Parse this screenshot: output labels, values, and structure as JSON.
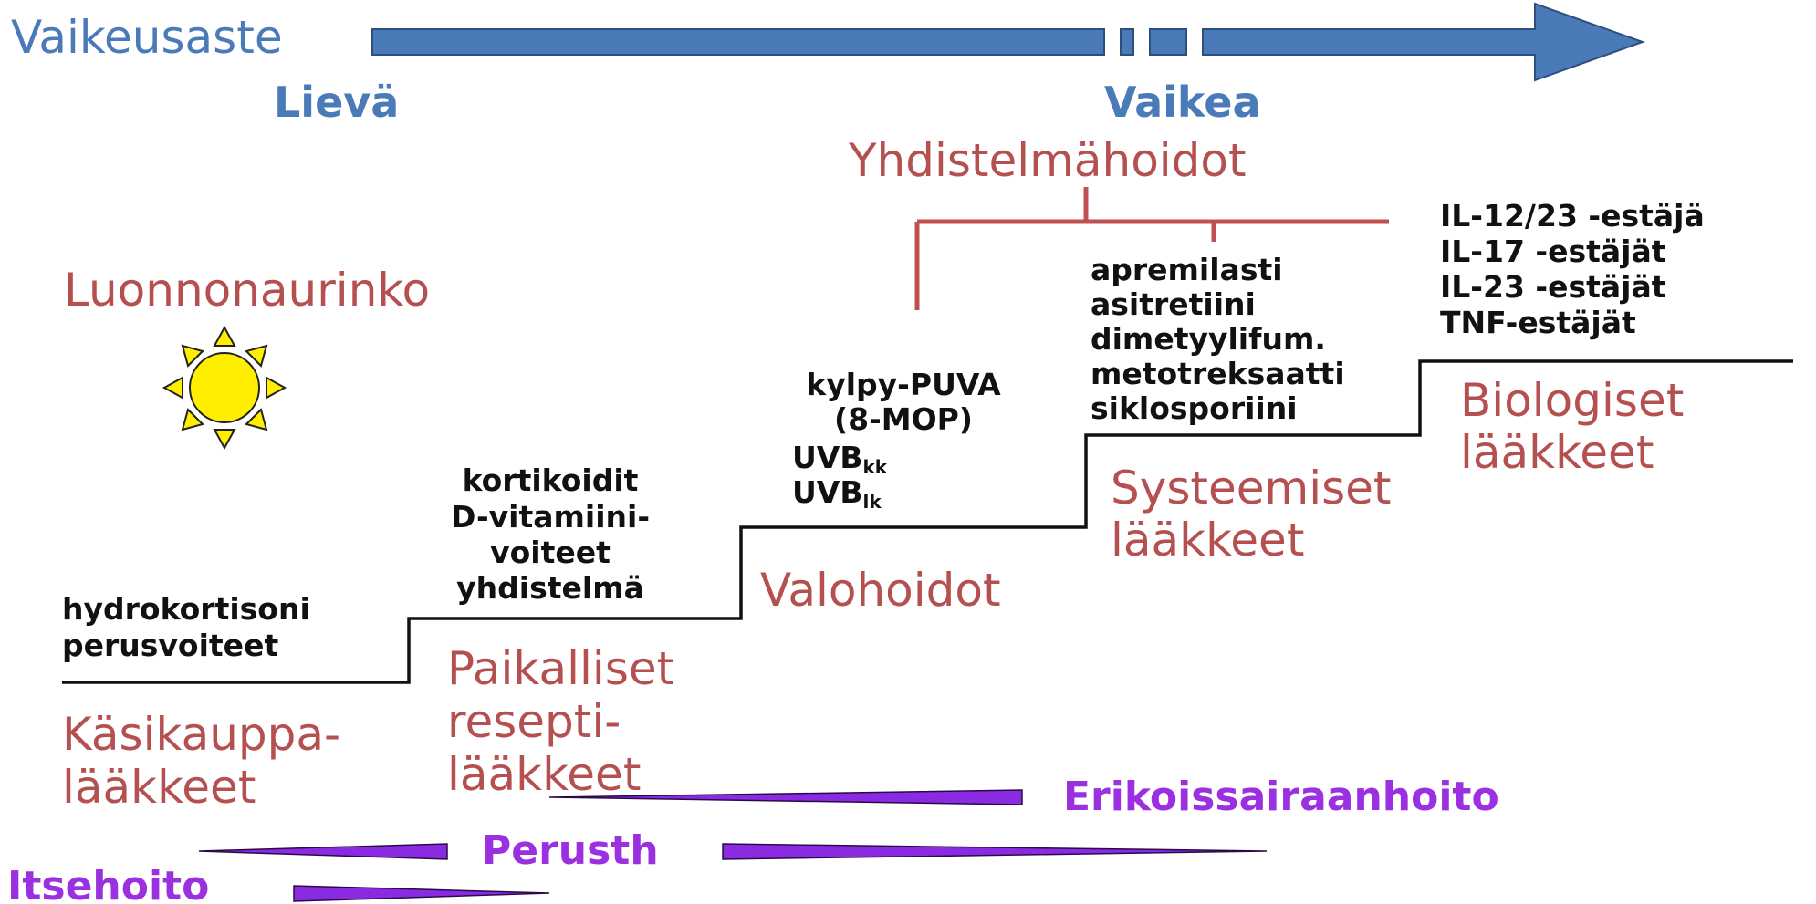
{
  "severity": {
    "label": "Vaikeusaste",
    "mild": "Lievä",
    "severe": "Vaikea"
  },
  "combination": {
    "label": "Yhdistelmähoidot"
  },
  "natural_sun": {
    "label": "Luonnonaurinko"
  },
  "otc": {
    "items": [
      "hydrokortisoni",
      "perusvoiteet"
    ],
    "category": [
      "Käsikauppa-",
      "lääkkeet"
    ]
  },
  "topical": {
    "items": [
      "kortikoidit",
      "D-vitamiini-",
      "voiteet",
      "yhdistelmä"
    ],
    "category": [
      "Paikalliset",
      "resepti-",
      "lääkkeet"
    ]
  },
  "phototherapy": {
    "items": [
      "kylpy-PUVA",
      "(8-MOP)"
    ],
    "uvb": [
      {
        "base": "UVB",
        "sub": "kk"
      },
      {
        "base": "UVB",
        "sub": "lk"
      }
    ],
    "category": "Valohoidot"
  },
  "systemic": {
    "items": [
      "apremilasti",
      "asitretiini",
      "dimetyylifum.",
      "metotreksaatti",
      "siklosporiini"
    ],
    "category": [
      "Systeemiset",
      "lääkkeet"
    ]
  },
  "biologics": {
    "items": [
      "IL-12/23 -estäjä",
      "IL-17 -estäjät",
      "IL-23 -estäjät",
      "TNF-estäjät"
    ],
    "category": [
      "Biologiset",
      "lääkkeet"
    ]
  },
  "care_levels": {
    "specialist": "Erikoissairaanhoito",
    "primary": "Perusth",
    "self": "Itsehoito"
  },
  "colors": {
    "severity_blue": "#4a7ab8",
    "category_red": "#b55050",
    "care_purple": "#9b30e0",
    "sun_yellow": "#ffee00"
  },
  "icons": {
    "sun": "sun-icon",
    "severity_arrow": "arrow-right-icon"
  }
}
